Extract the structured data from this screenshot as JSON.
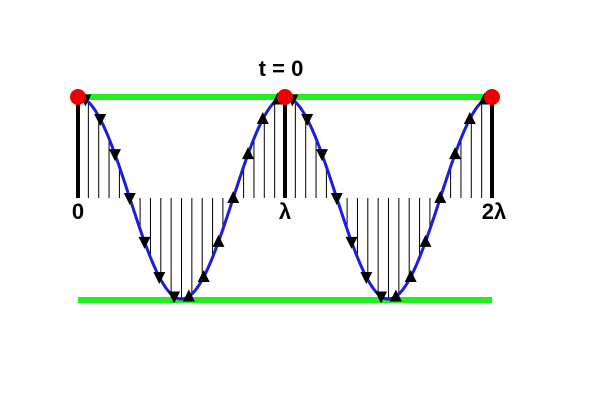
{
  "figure": {
    "title": "t = 0",
    "axis_labels": [
      "0",
      "λ",
      "2λ"
    ]
  },
  "colors": {
    "wave": "#1c1cdc",
    "envelope": "#22ee22",
    "node_marker": "#ee0000",
    "displacement_lines": "#000000",
    "arrows": "#000000"
  },
  "wave_model": {
    "wavelengths_shown": 2,
    "phase_at_origin": "crest",
    "arrows_per_wavelength": 14,
    "crest_markers_at": [
      0,
      1,
      2
    ],
    "thick_lines_at": [
      0,
      1,
      2
    ]
  }
}
